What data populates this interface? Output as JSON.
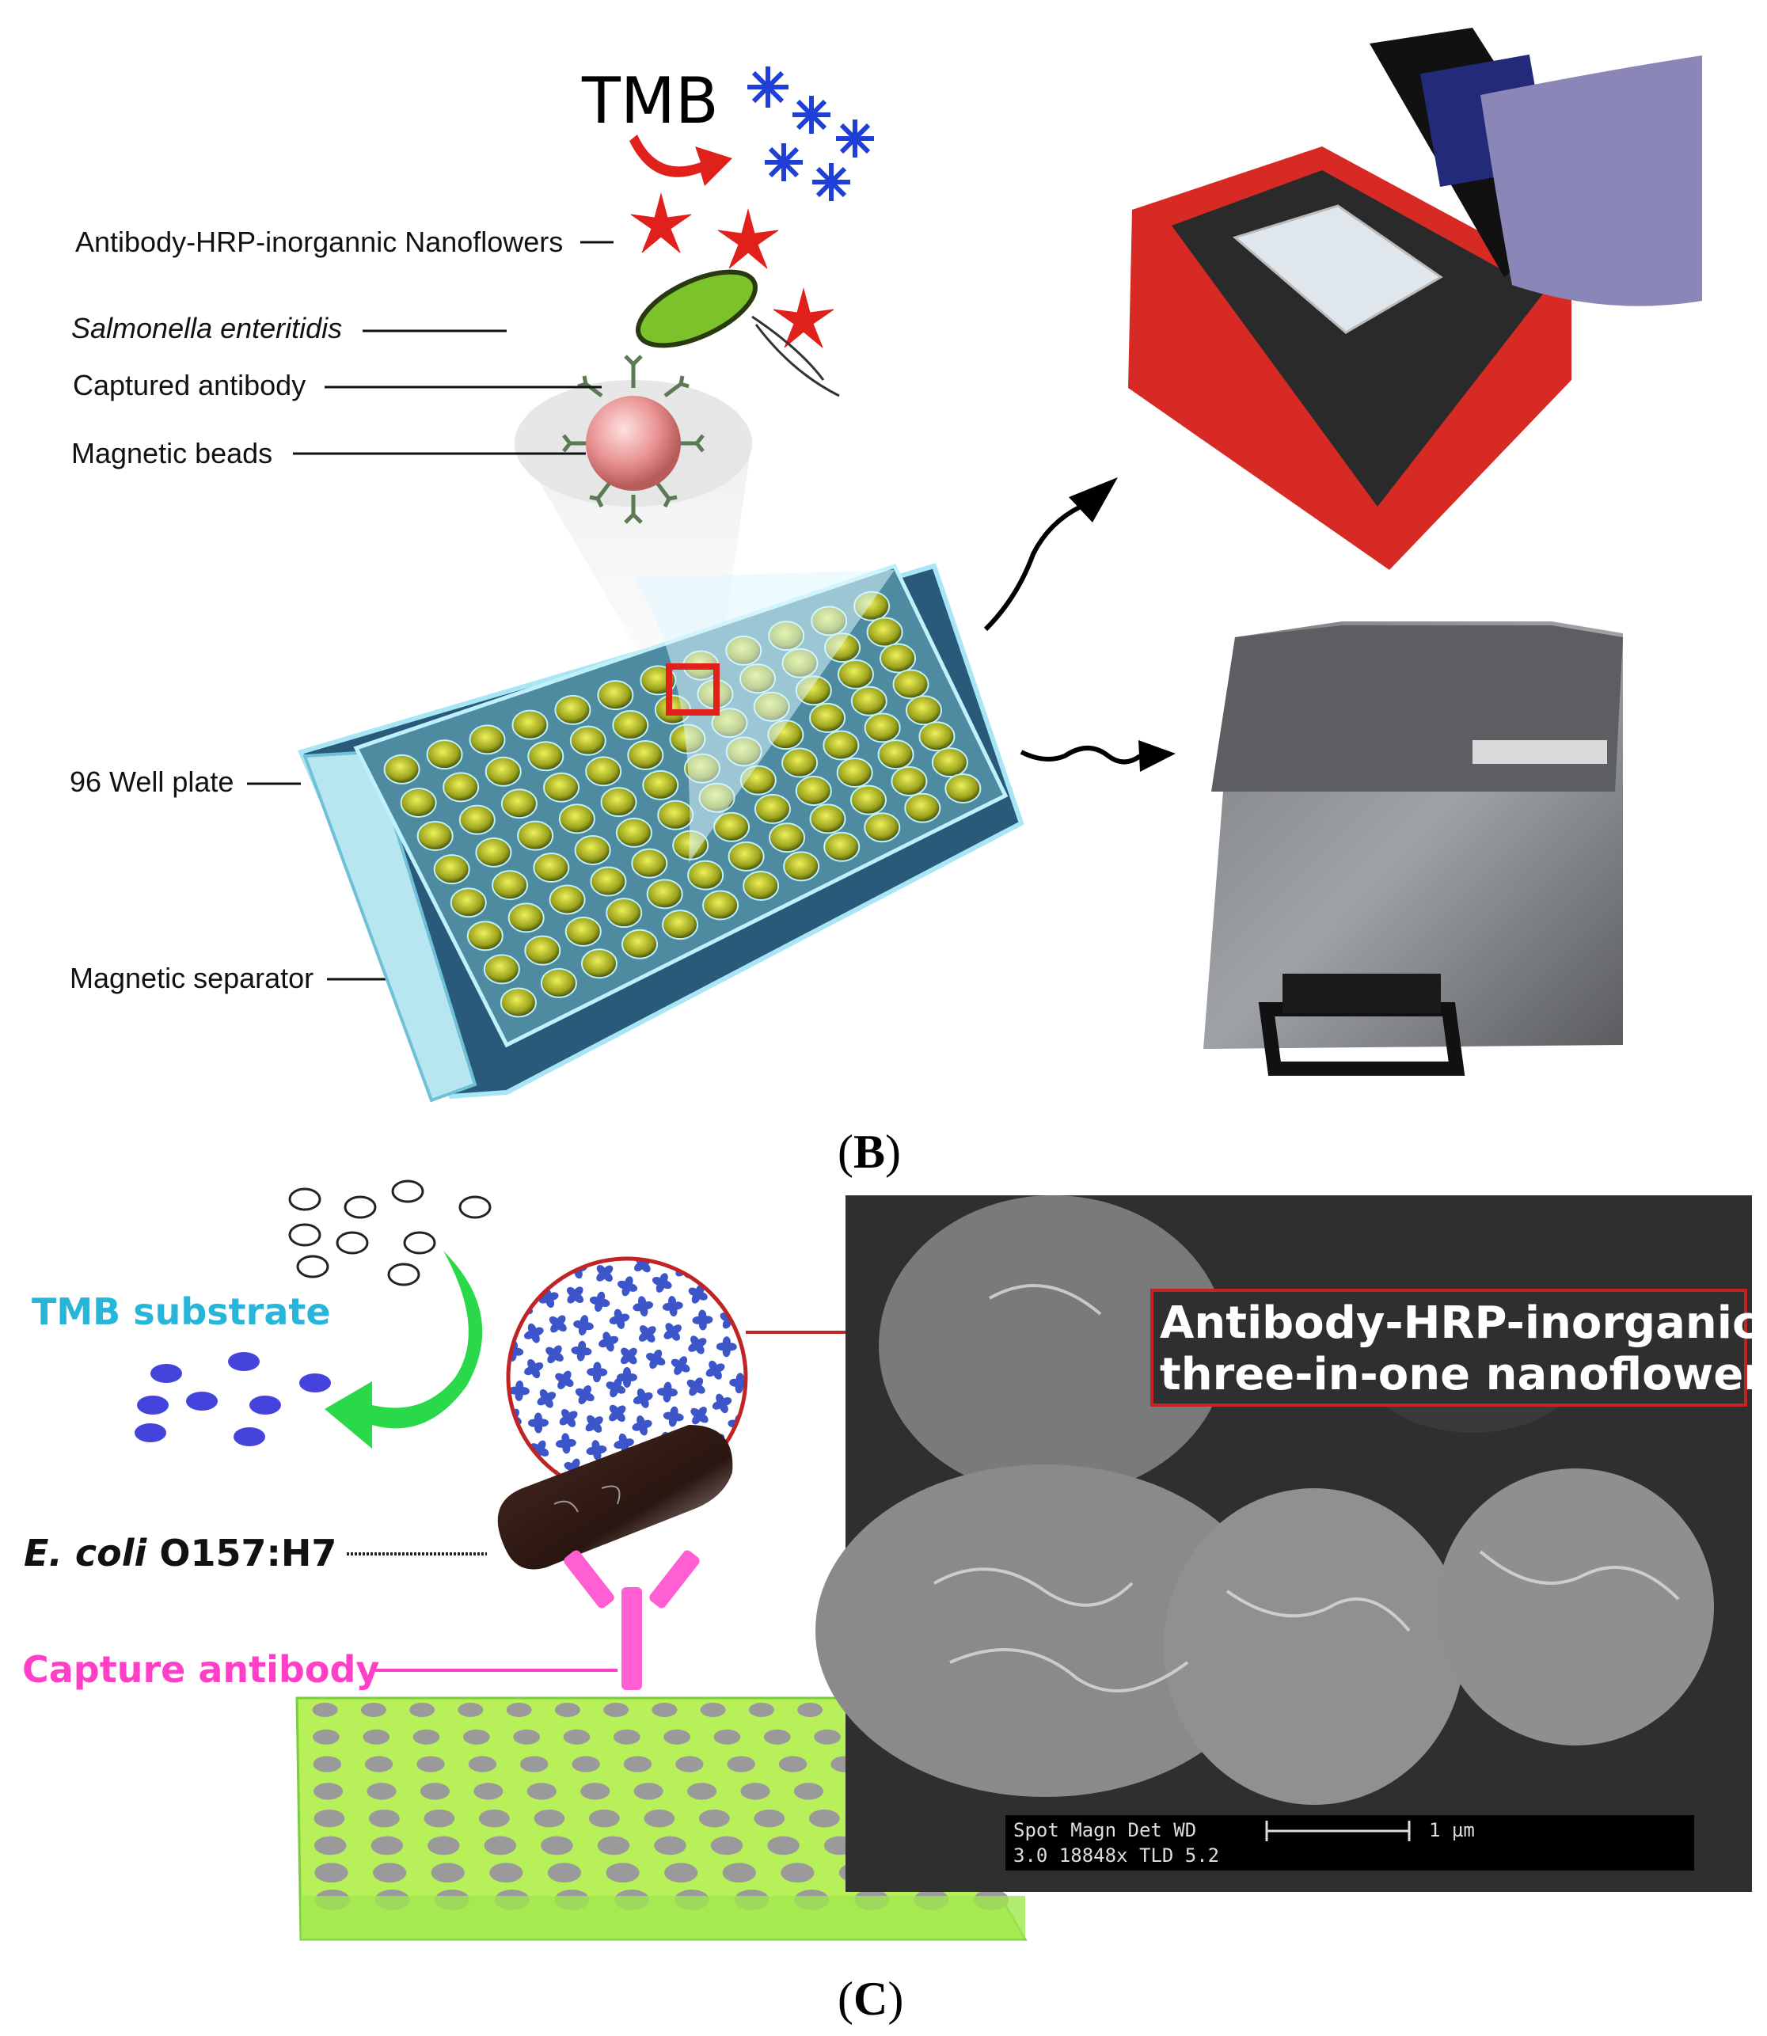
{
  "panel_b": {
    "tmb_label": "TMB",
    "labels": {
      "nanoflowers": "Antibody-HRP-inorgannic Nanoflowers",
      "salmonella": "Salmonella enteritidis",
      "captured_antibody": "Captured antibody",
      "magnetic_beads": "Magnetic beads",
      "well_plate": "96 Well plate",
      "magnetic_separator": "Magnetic separator"
    },
    "caption_open": "(",
    "caption_letter": "B",
    "caption_close": ")"
  },
  "panel_c": {
    "tmb_substrate": "TMB substrate",
    "ecoli_italic": "E. coli",
    "ecoli_strain": " O157:H7",
    "capture_antibody": "Capture antibody",
    "sem_label_line1": "Antibody-HRP-inorganic",
    "sem_label_line2": "three-in-one nanoflowers",
    "sem_bar": {
      "header": "Spot  Magn     Det  WD",
      "values": "3.0   18848x  TLD  5.2",
      "scale": "1 µm"
    },
    "caption_open": "(",
    "caption_letter": "C",
    "caption_close": ")"
  },
  "colors": {
    "red": "#e0201b",
    "blue_flake": "#1f3fd6",
    "tmb_substrate": "#27b5d9",
    "capture_antibody": "#ff3fc8",
    "green_arrow": "#2ad94a",
    "plate_yellow": "#d8d82a",
    "plate_blue": "#7fd0e6"
  }
}
